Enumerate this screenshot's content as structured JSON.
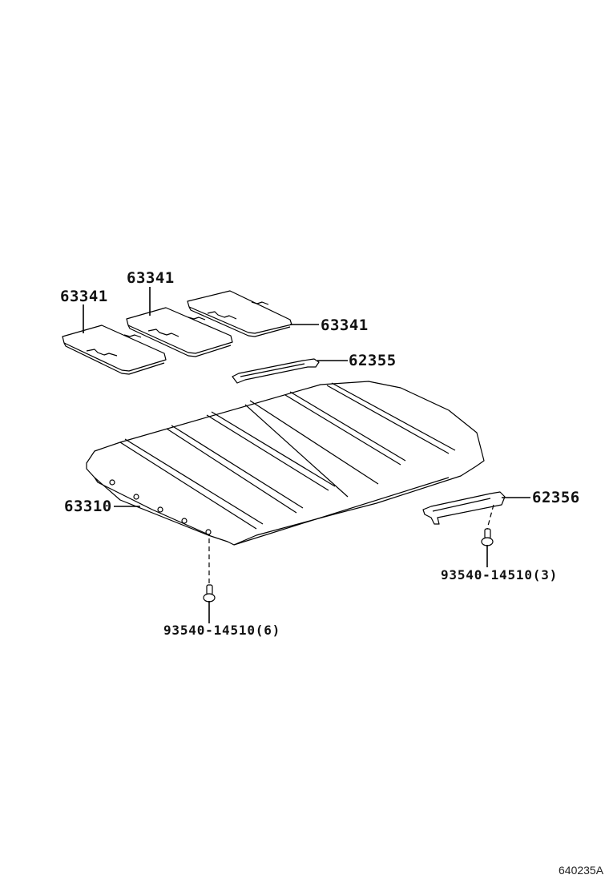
{
  "diagram": {
    "type": "exploded-parts-diagram",
    "subject": "Roof headlining / silencer pads",
    "illustration_code": "640235A",
    "callouts": [
      {
        "id": "pad-left",
        "part_number": "63341",
        "description_hint": "silencer pad (left)"
      },
      {
        "id": "pad-middle",
        "part_number": "63341",
        "description_hint": "silencer pad (middle)"
      },
      {
        "id": "pad-right",
        "part_number": "63341",
        "description_hint": "silencer pad (right)"
      },
      {
        "id": "bracket-upper",
        "part_number": "62355",
        "description_hint": "bracket (upper)"
      },
      {
        "id": "headliner",
        "part_number": "63310",
        "description_hint": "roof headlining"
      },
      {
        "id": "bracket-lower",
        "part_number": "62356",
        "description_hint": "bracket (lower)"
      },
      {
        "id": "clip-left",
        "part_number": "93540-14510(6)",
        "description_hint": "clip, qty 6"
      },
      {
        "id": "clip-right",
        "part_number": "93540-14510(3)",
        "description_hint": "clip, qty 3"
      }
    ]
  }
}
